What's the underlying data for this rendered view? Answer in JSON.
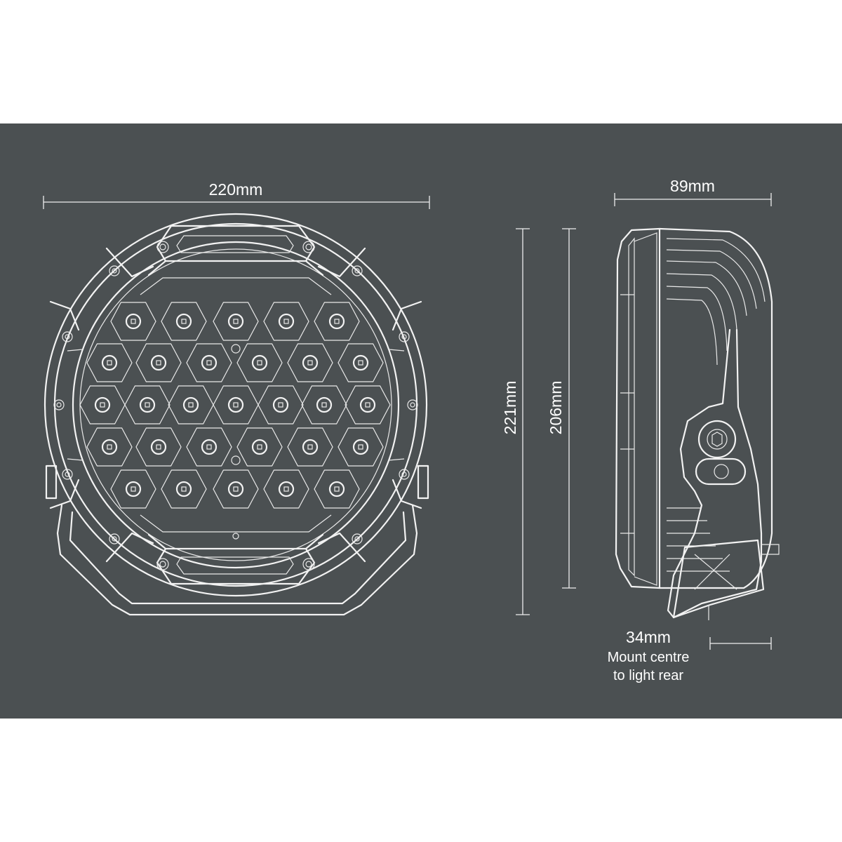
{
  "dimensions": {
    "front_width": "220mm",
    "overall_height": "221mm",
    "body_height": "206mm",
    "side_depth": "89mm",
    "mount_offset": "34mm",
    "mount_note_line1": "Mount centre",
    "mount_note_line2": "to light rear"
  },
  "colors": {
    "background": "#4b5052",
    "outer_background": "#ffffff",
    "linework": "#f2f2f2"
  }
}
